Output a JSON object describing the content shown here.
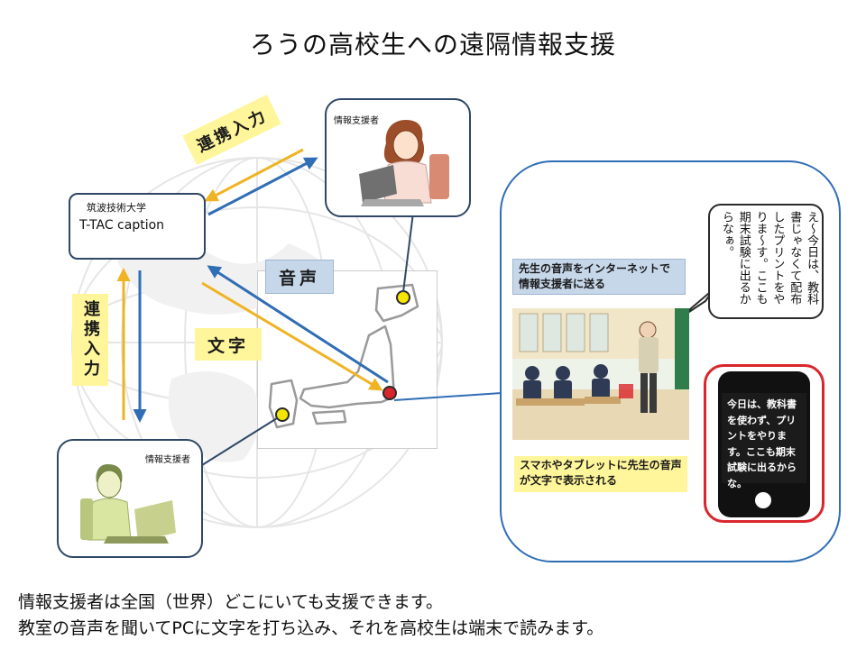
{
  "title": "ろうの高校生への遠隔情報支援",
  "hub": {
    "org": "筑波技術大学",
    "system": "T-TAC caption"
  },
  "supporter_top_label": "情報支援者",
  "supporter_bottom_label": "情報支援者",
  "labels": {
    "relay_top": "連携入力",
    "relay_left": "連携入力",
    "voice": "音声",
    "text": "文字"
  },
  "detail": {
    "send_caption": "先生の音声をインターネットで情報支援者に送る",
    "display_caption": "スマホやタブレットに先生の音声が文字で表示される",
    "teacher_speech": "え～今日は、教科書じゃなくて配布したプリントをやりま～す。ここも期末試験に出るからなぁ。",
    "phone_text": "今日は、教科書を使わず、プリントをやります。ここも期末試験に出るからな。"
  },
  "footer": {
    "line1": "情報支援者は全国（世界）どこにいても支援できます。",
    "line2": "教室の音声を聞いてPCに文字を打ち込み、それを高校生は端末で読みます。"
  },
  "colors": {
    "arrow_orange": "#f0b323",
    "arrow_blue": "#2f6db5",
    "card_border": "#2f4766",
    "phone_border": "#d9262b",
    "map_dot_yellow": "#f5e600",
    "map_dot_red": "#d9262b"
  }
}
